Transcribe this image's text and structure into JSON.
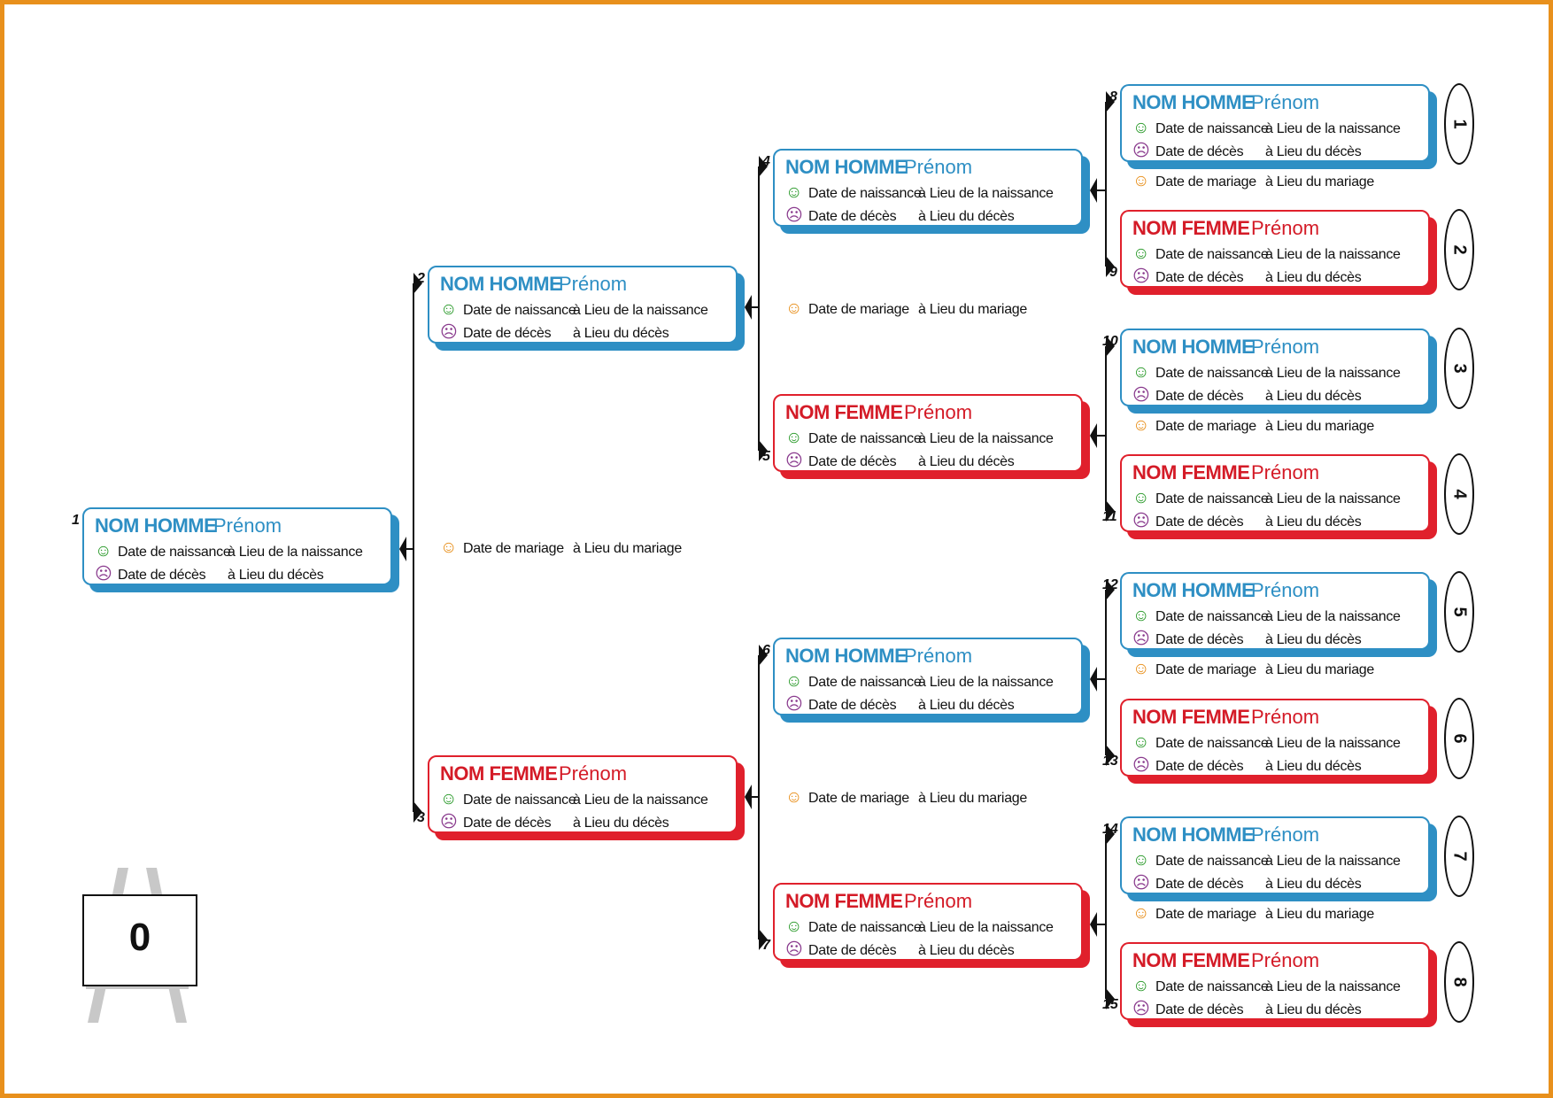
{
  "labels": {
    "male_surname": "NOM HOMME",
    "female_surname": "NOM FEMME",
    "given_name": "Prénom",
    "birth_date": "Date de naissance",
    "birth_place": "à Lieu de la naissance",
    "death_date": "Date de décès",
    "death_place": "à Lieu du décès",
    "marriage_date": "Date de mariage",
    "marriage_place": "à Lieu du mariage"
  },
  "board_number": "0",
  "icons": {
    "birth": "happy-face-icon",
    "death": "sad-face-icon",
    "marriage": "neutral-face-icon"
  },
  "colors": {
    "frame": "#e8901c",
    "male": "#2e8fc4",
    "female": "#e0202c",
    "birth_icon": "#2a9a2a",
    "death_icon": "#8a3b8e",
    "marriage_icon": "#e8901c",
    "easel": "#c8c8c8"
  },
  "persons": [
    {
      "sosa": "1",
      "gender": "male"
    },
    {
      "sosa": "2",
      "gender": "male"
    },
    {
      "sosa": "3",
      "gender": "female"
    },
    {
      "sosa": "4",
      "gender": "male"
    },
    {
      "sosa": "5",
      "gender": "female"
    },
    {
      "sosa": "6",
      "gender": "male"
    },
    {
      "sosa": "7",
      "gender": "female"
    },
    {
      "sosa": "8",
      "gender": "male"
    },
    {
      "sosa": "9",
      "gender": "female"
    },
    {
      "sosa": "10",
      "gender": "male"
    },
    {
      "sosa": "11",
      "gender": "female"
    },
    {
      "sosa": "12",
      "gender": "male"
    },
    {
      "sosa": "13",
      "gender": "female"
    },
    {
      "sosa": "14",
      "gender": "male"
    },
    {
      "sosa": "15",
      "gender": "female"
    }
  ],
  "continuation_numbers": [
    "1",
    "2",
    "3",
    "4",
    "5",
    "6",
    "7",
    "8"
  ]
}
